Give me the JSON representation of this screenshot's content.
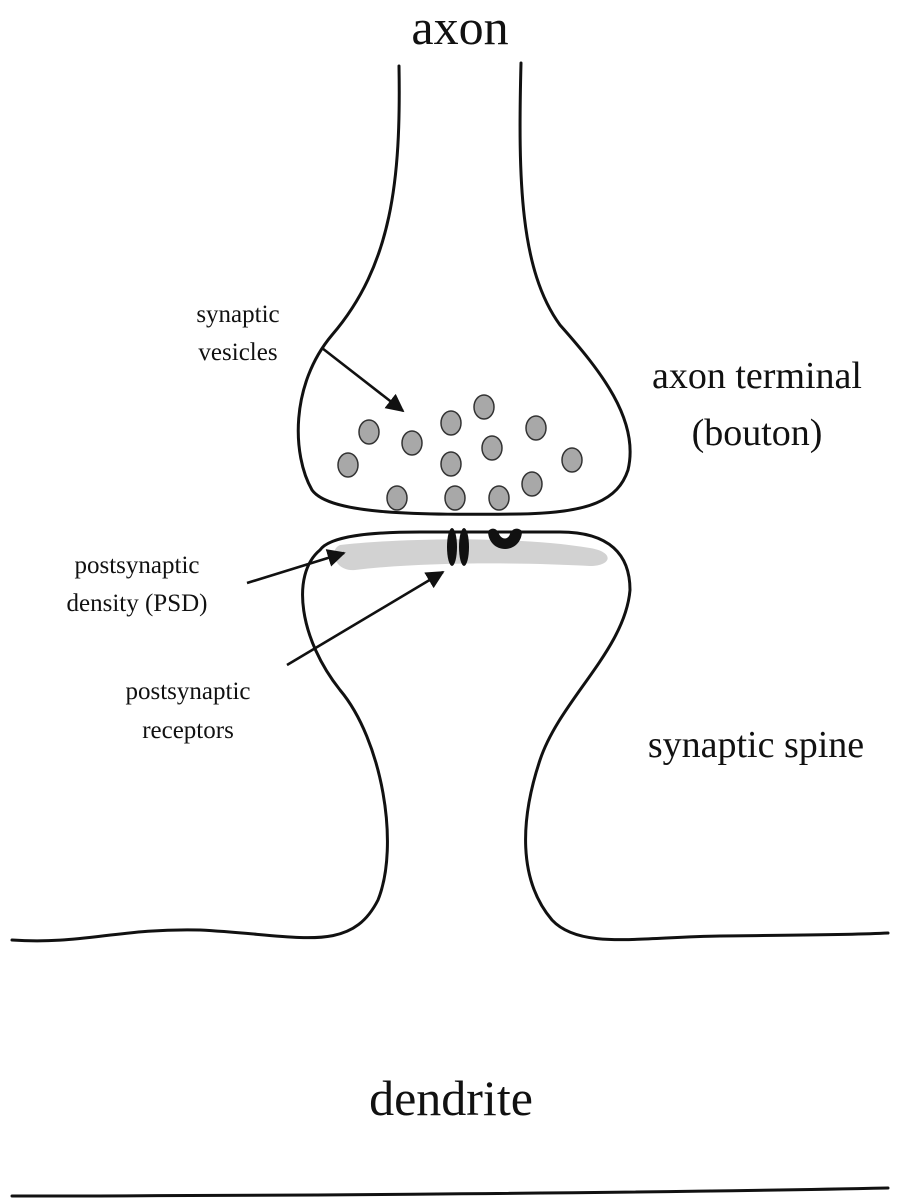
{
  "labels": {
    "axon": "axon",
    "axon_terminal_line1": "axon terminal",
    "axon_terminal_line2": "(bouton)",
    "synaptic_vesicles_line1": "synaptic",
    "synaptic_vesicles_line2": "vesicles",
    "psd_line1": "postsynaptic",
    "psd_line2": "density (PSD)",
    "receptors_line1": "postsynaptic",
    "receptors_line2": "receptors",
    "synaptic_spine": "synaptic spine",
    "dendrite": "dendrite"
  },
  "colors": {
    "outline": "#111111",
    "vesicle_fill": "#a8a8a8",
    "psd_fill": "#d2d2d2",
    "background": "#ffffff"
  }
}
